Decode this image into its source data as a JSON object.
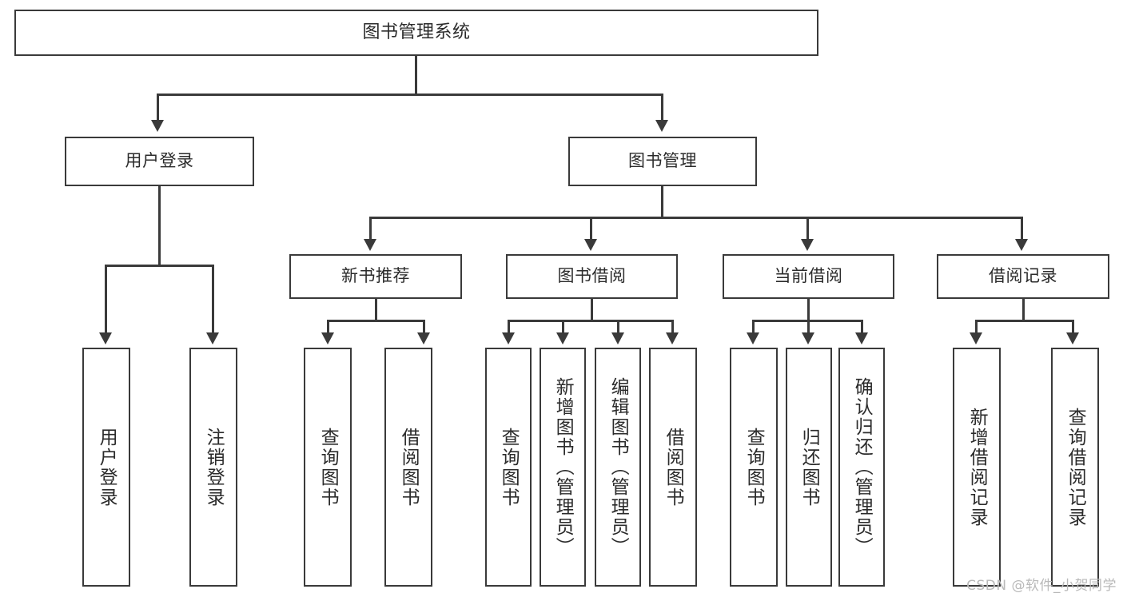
{
  "diagram": {
    "title": "图书管理系统",
    "watermark": "CSDN @软件_小贺同学",
    "level2": {
      "user_login": "用户登录",
      "book_manage": "图书管理"
    },
    "level3": {
      "new_book_rec": "新书推荐",
      "book_borrow": "图书借阅",
      "current_borrow": "当前借阅",
      "borrow_record": "借阅记录"
    },
    "leaves": {
      "user_login_1": "用户登录",
      "user_login_2": "注销登录",
      "new_book_1": "查询图书",
      "new_book_2": "借阅图书",
      "borrow_1": "查询图书",
      "borrow_2": "新增图书（管理员）",
      "borrow_3": "编辑图书（管理员）",
      "borrow_4": "借阅图书",
      "current_1": "查询图书",
      "current_2": "归还图书",
      "current_3": "确认归还（管理员）",
      "record_1": "新增借阅记录",
      "record_2": "查询借阅记录"
    }
  },
  "colors": {
    "stroke": "#3a3a3a",
    "text": "#2b2b2b",
    "background": "#ffffff",
    "watermark": "#b9b9b9"
  }
}
